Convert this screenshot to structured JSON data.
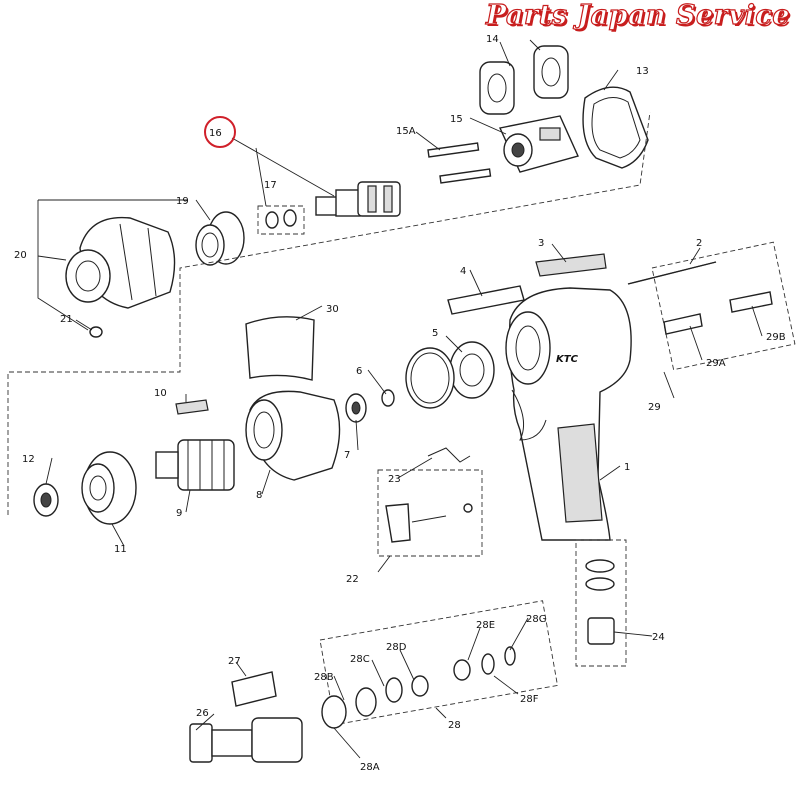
{
  "watermark": "Parts Japan Service",
  "highlight_color": "#d0202a",
  "brand_logo": "KTC",
  "part_labels": {
    "p1": "1",
    "p2": "2",
    "p3": "3",
    "p4": "4",
    "p5": "5",
    "p6": "6",
    "p7": "7",
    "p8": "8",
    "p9": "9",
    "p10": "10",
    "p11": "11",
    "p12": "12",
    "p13": "13",
    "p14": "14",
    "p15": "15",
    "p15a": "15A",
    "p16": "16",
    "p17": "17",
    "p19": "19",
    "p20": "20",
    "p21": "21",
    "p22": "22",
    "p23": "23",
    "p24": "24",
    "p26": "26",
    "p27": "27",
    "p28": "28",
    "p28a": "28A",
    "p28b": "28B",
    "p28c": "28C",
    "p28d": "28D",
    "p28e": "28E",
    "p28f": "28F",
    "p28g": "28G",
    "p29": "29",
    "p29a": "29A",
    "p29b": "29B",
    "p30": "30"
  }
}
